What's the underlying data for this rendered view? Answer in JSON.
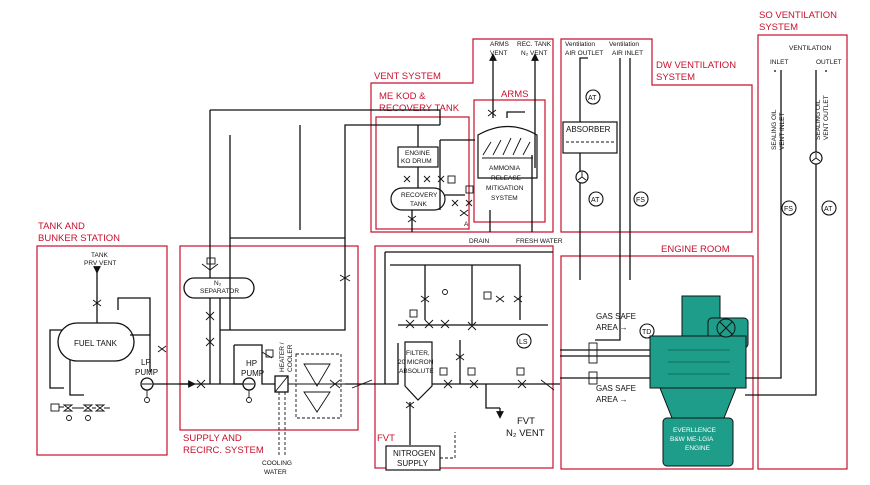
{
  "sections": {
    "tank_bunker": [
      "TANK AND",
      "BUNKER STATION"
    ],
    "supply": [
      "SUPPLY AND",
      "RECIRC. SYSTEM"
    ],
    "fvt": "FVT",
    "vent_system": "VENT SYSTEM",
    "me_kod": [
      "ME KOD &",
      "RECOVERY TANK"
    ],
    "arms": "ARMS",
    "dw_vent": [
      "DW VENTILATION",
      "SYSTEM"
    ],
    "engine_room": "ENGINE ROOM",
    "so_vent": [
      "SO VENTILATION",
      "SYSTEM"
    ]
  },
  "components": {
    "tank_prv_vent": [
      "TANK",
      "PRV VENT"
    ],
    "fuel_tank": "FUEL TANK",
    "lp_pump": [
      "LP",
      "PUMP"
    ],
    "n2_separator": [
      "N₂",
      "SEPARATOR"
    ],
    "hp_pump": [
      "HP",
      "PUMP"
    ],
    "heater_cooler": [
      "HEATER /",
      "COOLER"
    ],
    "cooling_water": [
      "COOLING",
      "WATER"
    ],
    "filter": [
      "FILTER,",
      "20 MICRON",
      "ABSOLUTE"
    ],
    "nitrogen_supply": [
      "NITROGEN",
      "SUPPLY"
    ],
    "fvt_n2_vent": [
      "FVT",
      "N₂ VENT"
    ],
    "engine_ko_drum": [
      "ENGINE",
      "KO DRUM"
    ],
    "recovery_tank": [
      "RECOVERY",
      "TANK"
    ],
    "ammonia_system": [
      "AMMONIA",
      "RELEASE",
      "MITIGATION",
      "SYSTEM"
    ],
    "arms_vent": [
      "ARMS",
      "VENT"
    ],
    "rec_tank_vent": [
      "REC. TANK",
      "N₂ VENT"
    ],
    "drain": "DRAIN",
    "fresh_water": "FRESH WATER",
    "vent_air_outlet": [
      "Ventilation",
      "AIR OUTLET"
    ],
    "vent_air_inlet": [
      "Ventilation",
      "AIR INLET"
    ],
    "absorber": "ABSORBER",
    "gas_safe_area_1": [
      "GAS SAFE",
      "AREA →"
    ],
    "gas_safe_area_2": [
      "GAS SAFE",
      "AREA →"
    ],
    "engine": [
      "EVERLLENCE",
      "B&W ME-LGIA",
      "ENGINE"
    ],
    "ventilation": "VENTILATION",
    "inlet": "INLET",
    "outlet": "OUTLET",
    "sealing_oil_inlet": [
      "SEALING OIL",
      "VENT INLET"
    ],
    "sealing_oil_outlet": [
      "SEALING OIL",
      "VENT OUTLET"
    ],
    "marker_a": "A"
  },
  "instruments": {
    "at": "AT",
    "fs": "FS",
    "td": "TD",
    "ls": "LS"
  },
  "colors": {
    "section_border": "#c8102e",
    "engine_body": "#1e9e8a",
    "line": "#111111"
  }
}
